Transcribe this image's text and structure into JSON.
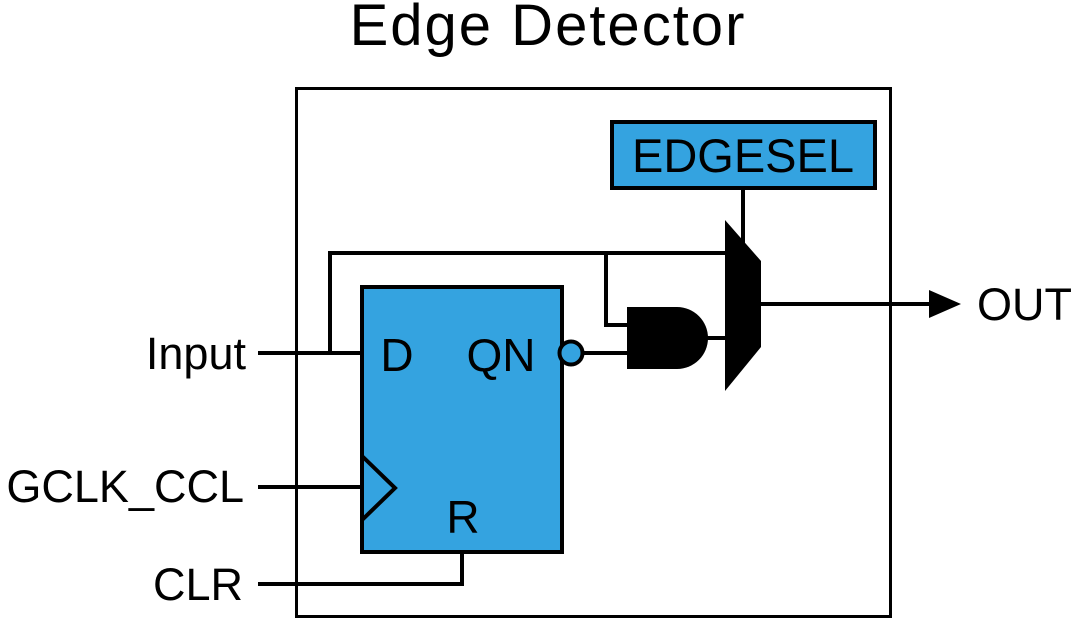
{
  "title": "Edge Detector",
  "colors": {
    "component_fill": "#34A3E0",
    "line": "#000000",
    "background": "#FFFFFF"
  },
  "ports": {
    "input": "Input",
    "clock": "GCLK_CCL",
    "clear": "CLR",
    "output": "OUT"
  },
  "components": {
    "edgesel": {
      "label": "EDGESEL"
    },
    "flipflop": {
      "d_input": "D",
      "qn_output": "QN",
      "reset": "R"
    }
  },
  "icons": {
    "and_gate": "and-gate-icon",
    "mux": "mux-trapezoid-icon",
    "inverter_bubble": "inverter-bubble-icon",
    "clock_edge": "clock-edge-triangle-icon",
    "out_arrow": "arrowhead-right-icon"
  }
}
